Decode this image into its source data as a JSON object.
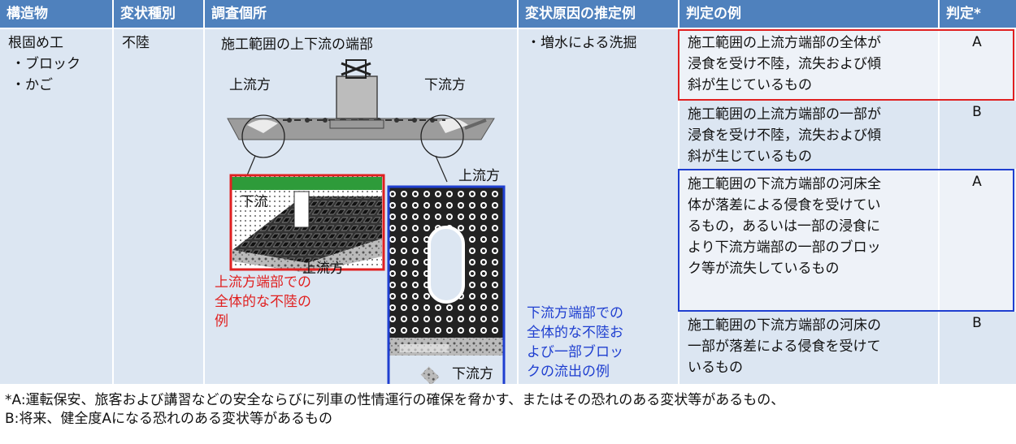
{
  "headers": [
    "構造物",
    "変状種別",
    "調査個所",
    "変状原因の推定例",
    "判定の例",
    "判定*"
  ],
  "structure": {
    "name": "根固め工",
    "items": [
      "・ブロック",
      "・かご"
    ]
  },
  "deformation_type": "不陸",
  "location": {
    "title": "施工範囲の上下流の端部",
    "upstream_label": "上流方",
    "downstream_label": "下流方",
    "upstream_right": "上流方",
    "left_detail_top_label": "下流",
    "left_detail_bottom_label": "上流方",
    "right_detail_bottom_label": "下流方",
    "red_caption": "上流方端部での\n全体的な不陸の\n例",
    "blue_caption": "下流方端部での\n全体的な不陸お\nよび一部ブロッ\nクの流出の例"
  },
  "cause": "・増水による洗掘",
  "judgments": [
    {
      "text": "施工範囲の上流方端部の全体が\n浸食を受け不陸，流失および傾\n斜が生じているもの",
      "grade": "A",
      "border": "#e02020"
    },
    {
      "text": "施工範囲の上流方端部の一部が\n浸食を受け不陸，流失および傾\n斜が生じているもの",
      "grade": "B",
      "border": ""
    },
    {
      "text": "施工範囲の下流方端部の河床全\n体が落差による侵食を受けてい\nるもの，あるいは一部の浸食に\nより下流方端部の一部のブロッ\nク等が流失しているもの",
      "grade": "A",
      "border": "#1f3fd0"
    },
    {
      "text": "施工範囲の下流方端部の河床の\n一部が落差による侵食を受けて\nいるもの",
      "grade": "B",
      "border": ""
    }
  ],
  "footnote": {
    "line1": "*A:運転保安、旅客および講習などの安全ならびに列車の性情運行の確保を脅かす、またはその恐れのある変状等があるもの、",
    "line2": "B:将来、健全度Aになる恐れのある変状等があるもの"
  },
  "colors": {
    "header": "#4f81bd",
    "cell": "#dce6f2",
    "red": "#e02020",
    "blue": "#1f3fd0"
  }
}
